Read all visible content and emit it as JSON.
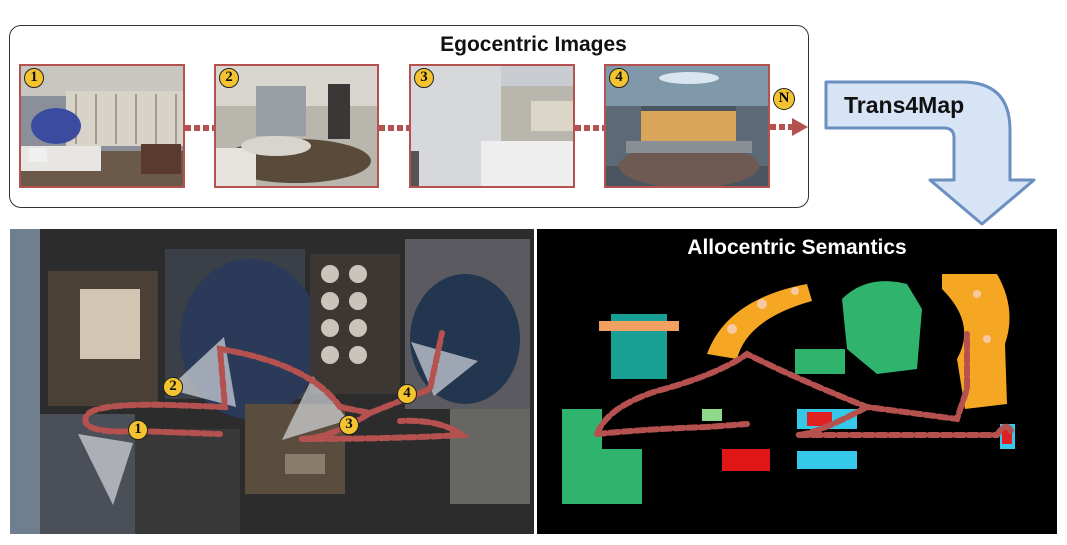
{
  "title": "Egocentric Images",
  "steps": [
    "1",
    "2",
    "3",
    "4"
  ],
  "end_label": "N",
  "model": "Trans4Map",
  "output_title": "Allocentric Semantics",
  "map_markers": [
    "1",
    "2",
    "3",
    "4"
  ],
  "colors": {
    "path": "#b5514f",
    "badge": "#f4c430",
    "arrow_fill": "#d6e4f5",
    "arrow_stroke": "#6b8fc0"
  }
}
